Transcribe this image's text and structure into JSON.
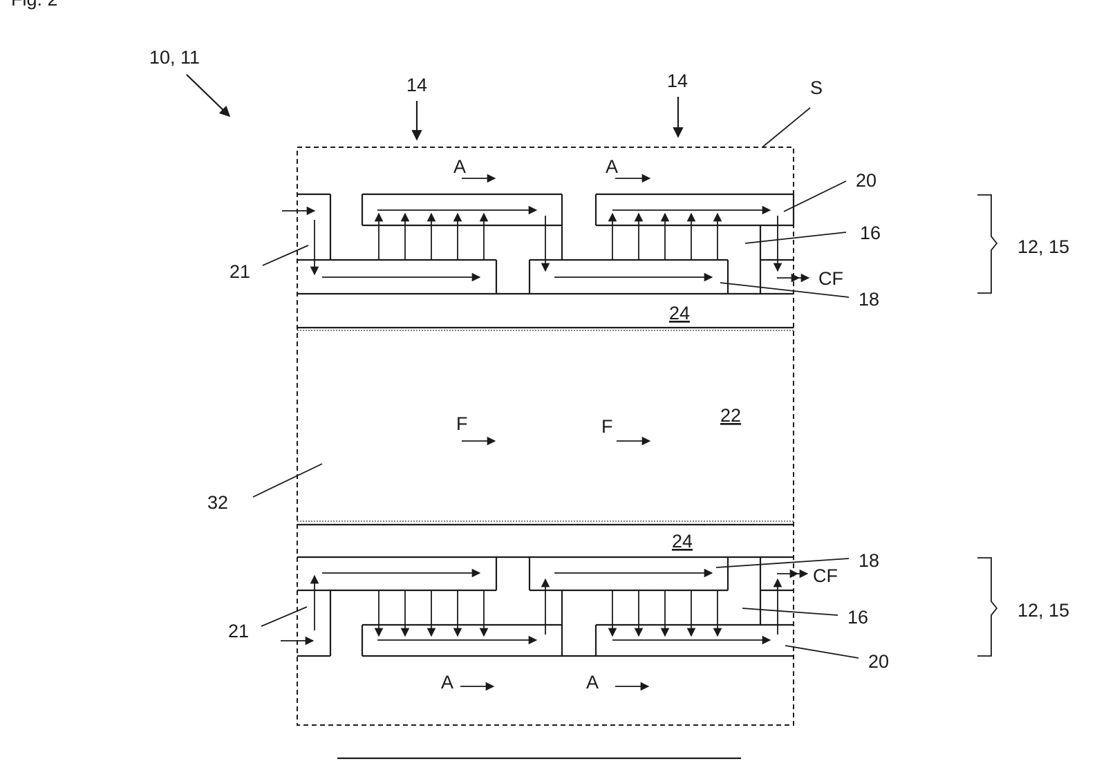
{
  "figure": {
    "title": "Fig. 2"
  },
  "labels": {
    "device": "10, 11",
    "inlet_left": "14",
    "inlet_right": "14",
    "boundary": "S",
    "layer_top": "20",
    "layer_mid_top": "16",
    "layer_bottom_top": "18",
    "side_left_top": "21",
    "module_top": "12, 15",
    "module_bottom": "12, 15",
    "cf_top": "CF",
    "cf_bottom": "CF",
    "wall_top": "24",
    "wall_bottom": "24",
    "channel": "22",
    "zone": "32",
    "layer_bottom_18": "18",
    "layer_bottom_16": "16",
    "side_left_bottom": "21",
    "layer_bottom_20": "20"
  },
  "flow": {
    "air_top_1": "A",
    "air_top_2": "A",
    "fluid_1": "F",
    "fluid_2": "F",
    "air_bottom_1": "A",
    "air_bottom_2": "A"
  },
  "colors": {
    "ink": "#1a1a1a",
    "background": "#ffffff"
  }
}
